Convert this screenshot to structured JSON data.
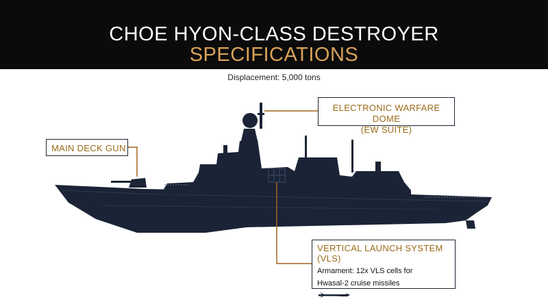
{
  "header": {
    "title_line1": "CHOE HYON-CLASS DESTROYER",
    "title_line2": "SPECIFICATIONS"
  },
  "displacement": "Displacement: 5,000 tons",
  "callouts": {
    "ew_line1": "ELECTRONIC WARFARE DOME",
    "ew_line2": "(EW SUITE)",
    "gun": "MAIN DECK GUN",
    "vls_title": "VERTICAL LAUNCH SYSTEM (VLS)",
    "vls_desc_line1": "Armament: 12x VLS cells for",
    "vls_desc_line2": "Hwasal-2 cruise missiles"
  },
  "colors": {
    "header_bg": "#0b0b0b",
    "accent": "#d9a35a",
    "hull": "#1b2436",
    "leader": "#a0641a"
  },
  "icons": [
    "missile-icon"
  ]
}
